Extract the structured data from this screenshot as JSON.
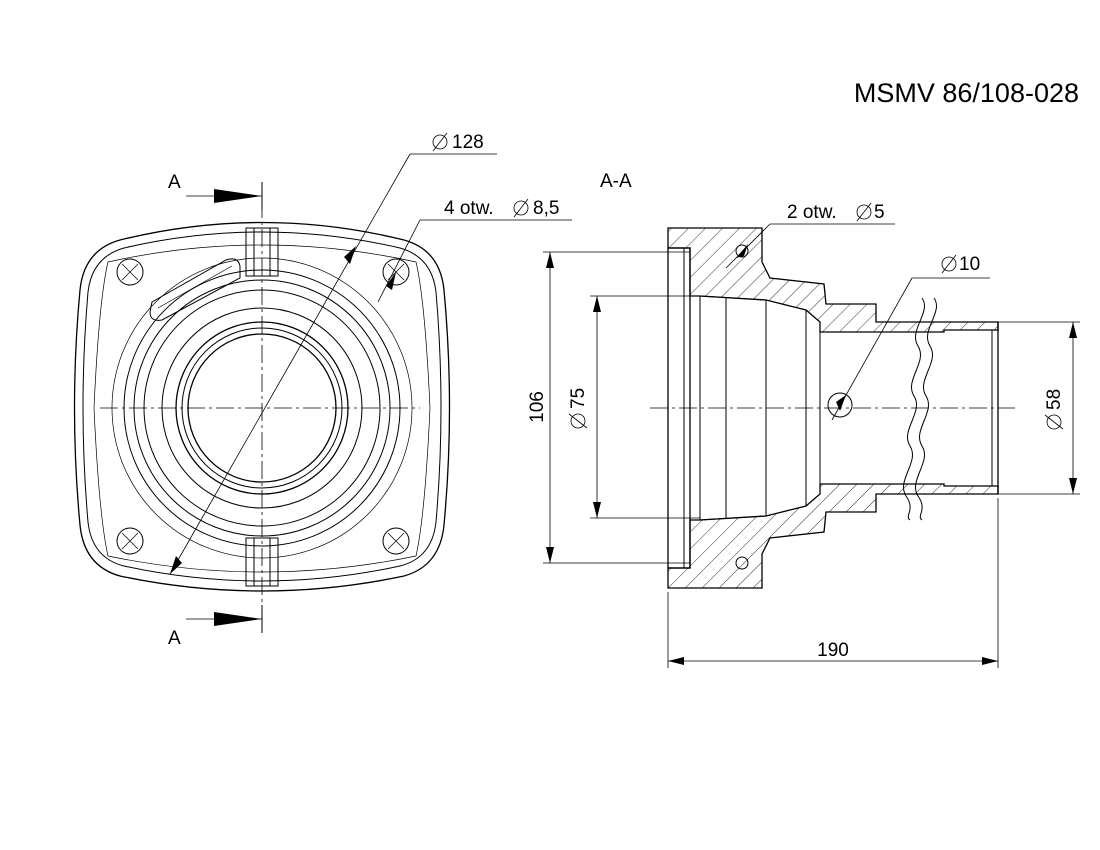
{
  "drawing": {
    "code": "MSMV 86/108-028",
    "section_label": "A-A",
    "cut_marker_top": "A",
    "cut_marker_bottom": "A"
  },
  "dimensions": {
    "bolt_circle": "128",
    "mount_holes": "4 otw.",
    "mount_holes_dia": "8,5",
    "small_holes": "2 otw.",
    "small_holes_dia": "5",
    "side_hole_dia": "10",
    "height": "106",
    "bore_dia": "75",
    "outlet_dia": "58",
    "length": "190"
  }
}
